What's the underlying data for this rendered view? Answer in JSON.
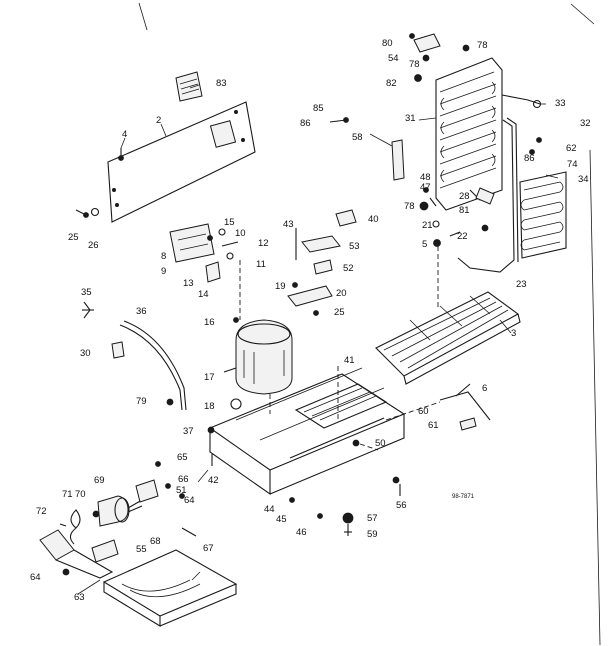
{
  "diagram": {
    "code": "98-7871",
    "callouts": [
      {
        "id": "c1",
        "label": "80"
      },
      {
        "id": "c2",
        "label": "54"
      },
      {
        "id": "c3",
        "label": "78"
      },
      {
        "id": "c4",
        "label": "78"
      },
      {
        "id": "c5",
        "label": "82"
      },
      {
        "id": "c6",
        "label": "31"
      },
      {
        "id": "c7",
        "label": "33"
      },
      {
        "id": "c8",
        "label": "32"
      },
      {
        "id": "c9",
        "label": "62"
      },
      {
        "id": "c10",
        "label": "86"
      },
      {
        "id": "c11",
        "label": "74"
      },
      {
        "id": "c12",
        "label": "34"
      },
      {
        "id": "c13",
        "label": "85"
      },
      {
        "id": "c14",
        "label": "86"
      },
      {
        "id": "c15",
        "label": "58"
      },
      {
        "id": "c16",
        "label": "48"
      },
      {
        "id": "c17",
        "label": "47"
      },
      {
        "id": "c18",
        "label": "28"
      },
      {
        "id": "c19",
        "label": "78"
      },
      {
        "id": "c20",
        "label": "81"
      },
      {
        "id": "c21",
        "label": "21"
      },
      {
        "id": "c22",
        "label": "22"
      },
      {
        "id": "c23",
        "label": "5"
      },
      {
        "id": "c24",
        "label": "23"
      },
      {
        "id": "c25",
        "label": "83"
      },
      {
        "id": "c26",
        "label": "4"
      },
      {
        "id": "c27",
        "label": "2"
      },
      {
        "id": "c28",
        "label": "25"
      },
      {
        "id": "c29",
        "label": "26"
      },
      {
        "id": "c30",
        "label": "40"
      },
      {
        "id": "c31",
        "label": "43"
      },
      {
        "id": "c32",
        "label": "53"
      },
      {
        "id": "c33",
        "label": "52"
      },
      {
        "id": "c34",
        "label": "15"
      },
      {
        "id": "c35",
        "label": "10"
      },
      {
        "id": "c36",
        "label": "12"
      },
      {
        "id": "c37",
        "label": "8"
      },
      {
        "id": "c38",
        "label": "9"
      },
      {
        "id": "c39",
        "label": "11"
      },
      {
        "id": "c40",
        "label": "13"
      },
      {
        "id": "c41",
        "label": "14"
      },
      {
        "id": "c42",
        "label": "19"
      },
      {
        "id": "c43",
        "label": "20"
      },
      {
        "id": "c44",
        "label": "25"
      },
      {
        "id": "c45",
        "label": "35"
      },
      {
        "id": "c46",
        "label": "36"
      },
      {
        "id": "c47",
        "label": "16"
      },
      {
        "id": "c48",
        "label": "30"
      },
      {
        "id": "c49",
        "label": "3"
      },
      {
        "id": "c50",
        "label": "41"
      },
      {
        "id": "c51",
        "label": "17"
      },
      {
        "id": "c52",
        "label": "6"
      },
      {
        "id": "c53",
        "label": "79"
      },
      {
        "id": "c54",
        "label": "18"
      },
      {
        "id": "c55",
        "label": "60"
      },
      {
        "id": "c56",
        "label": "61"
      },
      {
        "id": "c57",
        "label": "37"
      },
      {
        "id": "c58",
        "label": "50"
      },
      {
        "id": "c59",
        "label": "42"
      },
      {
        "id": "c60",
        "label": "65"
      },
      {
        "id": "c61",
        "label": "66"
      },
      {
        "id": "c62",
        "label": "69"
      },
      {
        "id": "c63",
        "label": "51"
      },
      {
        "id": "c64",
        "label": "71"
      },
      {
        "id": "c65",
        "label": "70"
      },
      {
        "id": "c66",
        "label": "64"
      },
      {
        "id": "c67",
        "label": "56"
      },
      {
        "id": "c68",
        "label": "44"
      },
      {
        "id": "c69",
        "label": "45"
      },
      {
        "id": "c70",
        "label": "46"
      },
      {
        "id": "c71",
        "label": "57"
      },
      {
        "id": "c72",
        "label": "59"
      },
      {
        "id": "c73",
        "label": "72"
      },
      {
        "id": "c74",
        "label": "67"
      },
      {
        "id": "c75",
        "label": "68"
      },
      {
        "id": "c76",
        "label": "55"
      },
      {
        "id": "c77",
        "label": "64"
      },
      {
        "id": "c78",
        "label": "63"
      }
    ]
  }
}
